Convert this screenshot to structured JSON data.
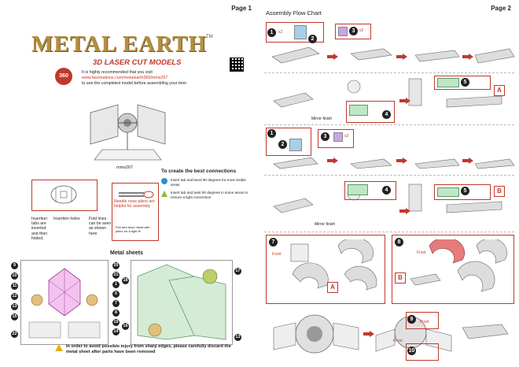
{
  "page1": {
    "page_label": "Page 1",
    "brand_text": "METAL EARTH",
    "trademark": "TM",
    "subtitle": "3D LASER CUT MODELS",
    "badge": "360",
    "info": {
      "line1": "It is highly recommended that you visit",
      "line2": "www.fascinations.com/metalearth360/mms267",
      "line3": "to see the completed model before assembling your item"
    },
    "model_label": "mms267",
    "connections": {
      "title": "To create the best connections",
      "blue_text": "Insert tab and bend 90 degrees for most visible areas",
      "green_text": "Insert tab and twist 90 degrees in some areas to ensure a tight connection",
      "blue_color": "#2f8fd1",
      "green_color": "#8dbb2e"
    },
    "hints": {
      "insertion_tabs": "Insertion tabs are inserted and then folded.",
      "insertion_holes": "Insertion holes",
      "fold_lines": "Fold lines can be seen as shown here",
      "pliers": "Needle nose pliers are helpful for assembly",
      "pliers_note": "Pull and bend metal with pliers for a tight fit"
    },
    "sheets_title": "Metal sheets",
    "sheet_numbers_left": [
      "9",
      "10",
      "11",
      "12",
      "13",
      "15",
      "22"
    ],
    "sheet_numbers_mid": [
      "20",
      "21",
      "1",
      "5",
      "7",
      "8",
      "19",
      "14"
    ],
    "sheet_numbers_right": [
      "17",
      "18",
      "16",
      "13"
    ],
    "warning": "In order to avoid possible injury from sharp edges, please carefully discard the metal sheet after parts have been removed"
  },
  "page2": {
    "page_label": "Page 2",
    "title": "Assembly Flow Chart",
    "steps": [
      "1",
      "2",
      "3",
      "4",
      "5",
      "1",
      "2",
      "3",
      "4",
      "5",
      "7",
      "8",
      "9",
      "10"
    ],
    "qty_x2": "x2",
    "mirror_finish": "Mirror finish",
    "front": "Front",
    "section_a": "A",
    "section_b": "B"
  },
  "colors": {
    "accent": "#c0392b",
    "gold": "#b58f3f",
    "green_part": "#bfe6c7"
  }
}
